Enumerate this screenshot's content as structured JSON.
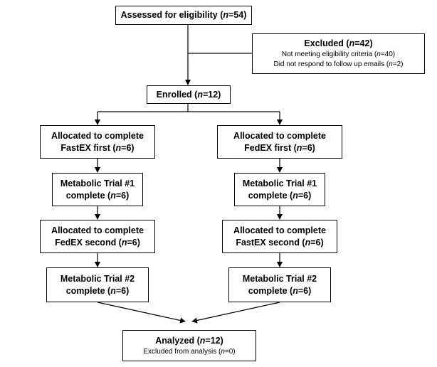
{
  "assessed": {
    "pre": "Assessed for eligibility (",
    "n": "n",
    "post": "=54)"
  },
  "excluded": {
    "title_pre": "Excluded (",
    "title_n": "n",
    "title_post": "=42)",
    "line1_pre": "Not meeting eligibility criteria (",
    "line1_n": "n",
    "line1_post": "=40)",
    "line2_pre": "Did not respond to follow up emails (",
    "line2_n": "n",
    "line2_post": "=2)"
  },
  "enrolled": {
    "pre": "Enrolled (",
    "n": "n",
    "post": "=12)"
  },
  "left": {
    "alloc1_line1": "Allocated to complete",
    "alloc1_pre": "FastEX first (",
    "alloc1_n": "n",
    "alloc1_post": "=6)",
    "trial1_line1": "Metabolic Trial #1",
    "trial1_pre": "complete (",
    "trial1_n": "n",
    "trial1_post": "=6)",
    "alloc2_line1": "Allocated to complete",
    "alloc2_pre": "FedEX second (",
    "alloc2_n": "n",
    "alloc2_post": "=6)",
    "trial2_line1": "Metabolic Trial #2",
    "trial2_pre": "complete (",
    "trial2_n": "n",
    "trial2_post": "=6)"
  },
  "right": {
    "alloc1_line1": "Allocated to complete",
    "alloc1_pre": "FedEX first (",
    "alloc1_n": "n",
    "alloc1_post": "=6)",
    "trial1_line1": "Metabolic Trial #1",
    "trial1_pre": "complete (",
    "trial1_n": "n",
    "trial1_post": "=6)",
    "alloc2_line1": "Allocated to complete",
    "alloc2_pre": "FastEX second (",
    "alloc2_n": "n",
    "alloc2_post": "=6)",
    "trial2_line1": "Metabolic Trial #2",
    "trial2_pre": "complete (",
    "trial2_n": "n",
    "trial2_post": "=6)"
  },
  "analyzed": {
    "title_pre": "Analyzed (",
    "title_n": "n",
    "title_post": "=12)",
    "sub_pre": "Excluded from analysis (",
    "sub_n": "n",
    "sub_post": "=0)"
  }
}
